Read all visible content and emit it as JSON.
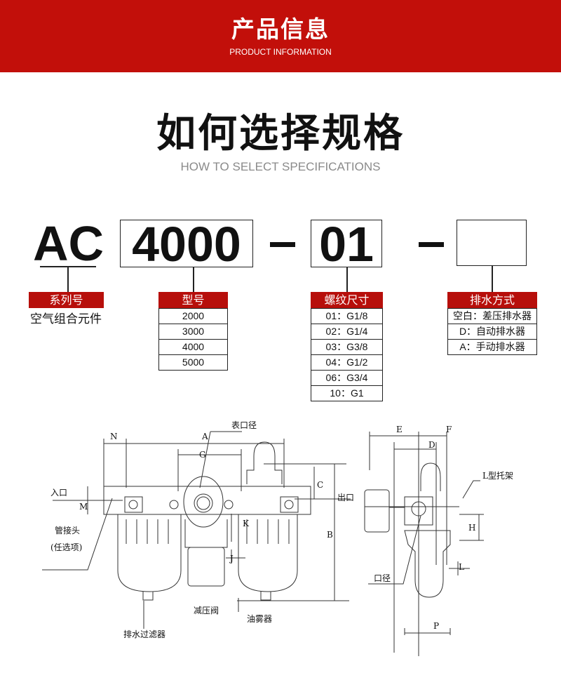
{
  "header": {
    "title": "产品信息",
    "subtitle": "PRODUCT INFORMATION"
  },
  "section": {
    "title": "如何选择规格",
    "subtitle": "HOW TO SELECT SPECIFICATIONS"
  },
  "code": {
    "series": "AC",
    "model": "4000",
    "thread": "01",
    "drain": ""
  },
  "series": {
    "label": "系列号",
    "desc": "空气组合元件"
  },
  "model": {
    "label": "型号",
    "options": [
      "2000",
      "3000",
      "4000",
      "5000"
    ]
  },
  "thread": {
    "label": "螺纹尺寸",
    "options": [
      "01：G1/8",
      "02：G1/4",
      "03：G3/8",
      "04：G1/2",
      "06：G3/4",
      "10：G1"
    ]
  },
  "drain": {
    "label": "排水方式",
    "options": [
      "空白：差压排水器",
      "D：自动排水器",
      "A：手动排水器"
    ]
  },
  "diagram": {
    "labels": {
      "N": "N",
      "A": "A",
      "G": "G",
      "gauge_port": "表口径",
      "C": "C",
      "inlet": "入口",
      "M": "M",
      "outlet": "出口",
      "K": "K",
      "B": "B",
      "fitting": "管接头",
      "fitting_opt": "(任选项)",
      "J": "J",
      "regulator": "减压阀",
      "lubricator": "油雾器",
      "filter": "排水过滤器",
      "E": "E",
      "F": "F",
      "D": "D",
      "bracket": "L型托架",
      "H": "H",
      "L": "L",
      "port": "口径",
      "P": "P"
    }
  }
}
